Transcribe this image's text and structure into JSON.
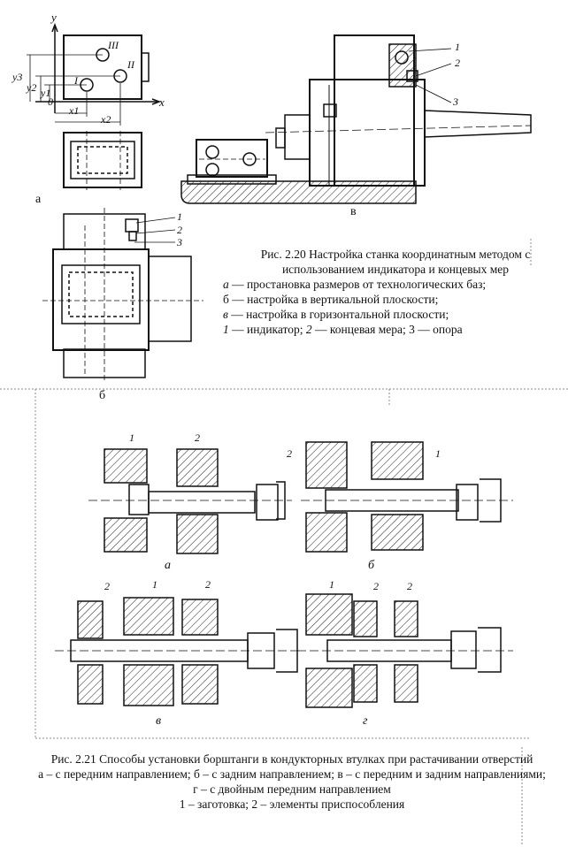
{
  "figure_2_20": {
    "label_a": "а",
    "label_b": "б",
    "label_v": "в",
    "axis_y": "y",
    "axis_x": "x",
    "origin": "0",
    "holes": [
      "I",
      "II",
      "III"
    ],
    "dims": [
      "y3",
      "y2",
      "y1",
      "x1",
      "x2"
    ],
    "callouts": [
      "1",
      "2",
      "3"
    ],
    "caption_title": "Рис. 2.20 Настройка станка координатным методом с использованием индикатора и концевых мер",
    "caption_lines": [
      {
        "key": "а",
        "text": " — простановка размеров от технологических баз;"
      },
      {
        "key": "б",
        "text": " — настройка в вертикальной плоскости;"
      },
      {
        "key": "в",
        "text": " — настройка в горизонтальной плоскости;"
      },
      {
        "key": "1",
        "text": " — индикатор; ",
        "key2": "2",
        "text2": " — концевая мера; 3 — опора"
      }
    ]
  },
  "figure_2_21": {
    "sub_a": "а",
    "sub_b": "б",
    "sub_v": "в",
    "sub_g": "г",
    "callouts": [
      "1",
      "2"
    ],
    "caption_line1": "Рис. 2.21 Способы установки борштанги в кондукторных втулках при растачивании отверстий",
    "caption_line2": "а – с передним направлением; б – с задним направлением; в – с передним и задним направлениями; г – с двойным передним направлением",
    "caption_line3": "1 – заготовка; 2 – элементы приспособления"
  }
}
